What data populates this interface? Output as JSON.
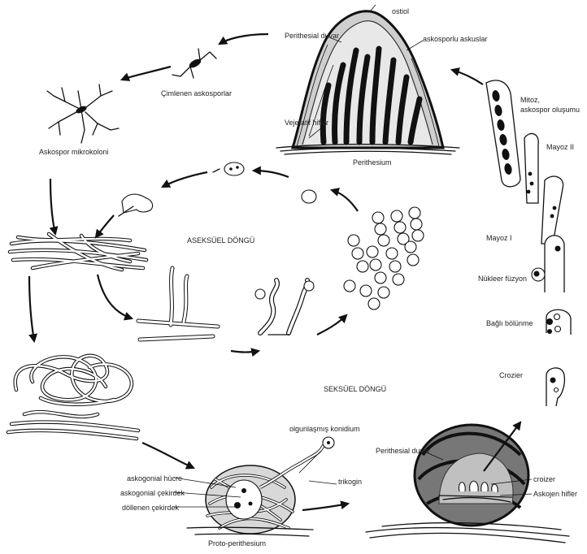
{
  "labels": {
    "ostiol": "ostiol",
    "perithesial_duvar_top": "Perithesial duvar",
    "askosporlu_askuslar": "askosporlu askuslar",
    "vejetatif_hifler": "Vejetatif hifler",
    "perithesium": "Perithesium",
    "cimlenen_askosporlar": "Çimlenen askosporlar",
    "askospor_mikrokoloni": "Askospor mikrokoloni",
    "mitoz_line1": "Mitoz,",
    "mitoz_line2": "askospor  oluşumu",
    "mayoz_ii": "Mayoz II",
    "mayoz_i": "Mayoz I",
    "nukleer_fuzyon": "Nükleer füzyon",
    "bagli_bolunme": "Bağlı bölünme",
    "crozier": "Crozier",
    "aseksuel_dongu": "ASEKSÜEL DÖNGÜ",
    "seksuel_dongu": "SEKSÜEL DÖNGÜ",
    "olgunlasmis_konidium": "olgunlaşmış konidium",
    "trikogin": "trikogin",
    "askogonial_hucre": "askogonial hücre",
    "askogonial_cekirdek": "askogonial çekirdek",
    "dollenen_cekirdek": "döllenen çekirdek",
    "proto_perithesium": "Proto-perithesium",
    "perithesial_duvar_bottom": "Perithesial duvar",
    "croizer": "croizer",
    "askojen_hifler": "Askojen hifler"
  },
  "colors": {
    "ink": "#111111",
    "paper": "#ffffff"
  }
}
